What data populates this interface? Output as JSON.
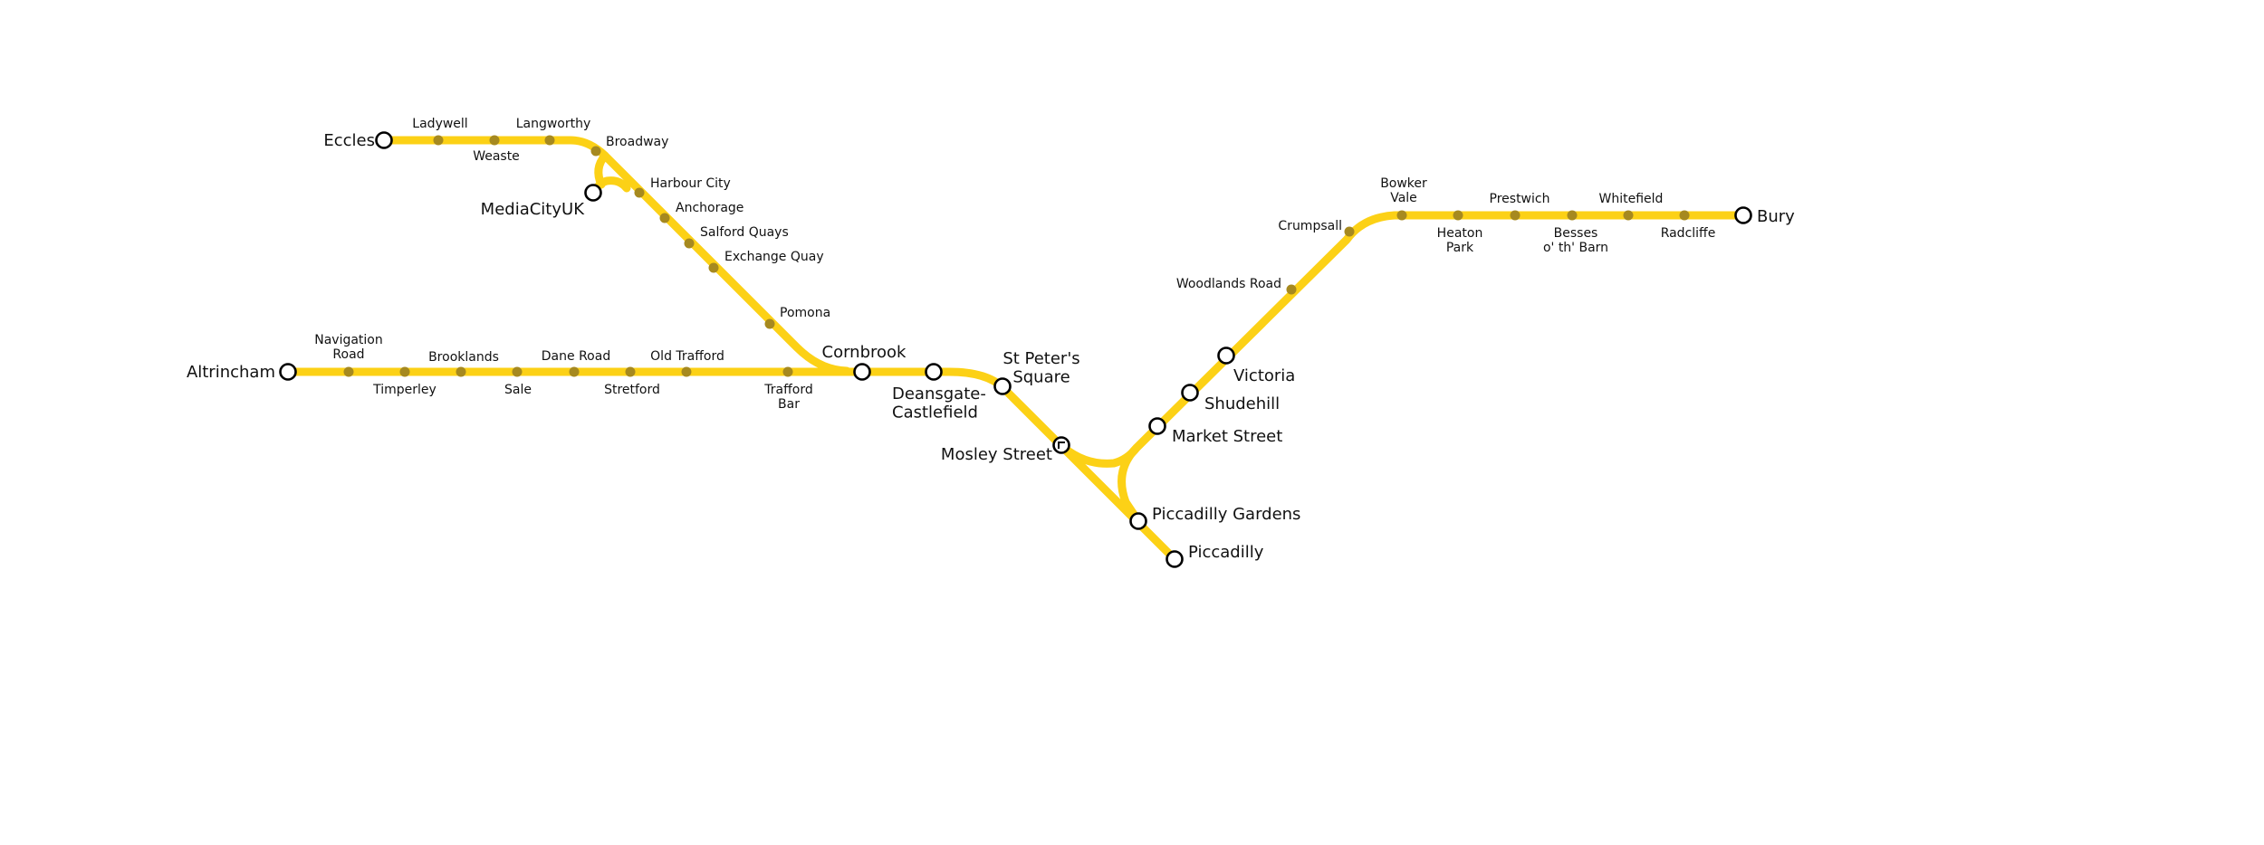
{
  "map": {
    "line_color": "#fcd116",
    "minor_stop_color": "#a6891f",
    "major_stop_color": "#ffffff",
    "stations": {
      "altrincham": "Altrincham",
      "navigation_road": "Navigation\nRoad",
      "timperley": "Timperley",
      "brooklands": "Brooklands",
      "sale": "Sale",
      "dane_road": "Dane Road",
      "stretford": "Stretford",
      "old_trafford": "Old Trafford",
      "trafford_bar": "Trafford\nBar",
      "cornbrook": "Cornbrook",
      "deansgate_castlefield": "Deansgate-\nCastlefield",
      "st_peters_square": "St Peter's\nSquare",
      "mosley_street": "Mosley Street",
      "piccadilly_gardens": "Piccadilly Gardens",
      "piccadilly": "Piccadilly",
      "market_street": "Market Street",
      "shudehill": "Shudehill",
      "victoria": "Victoria",
      "woodlands_road": "Woodlands Road",
      "crumpsall": "Crumpsall",
      "bowker_vale": "Bowker\nVale",
      "heaton_park": "Heaton\nPark",
      "prestwich": "Prestwich",
      "besses_o_th_barn": "Besses\no' th' Barn",
      "whitefield": "Whitefield",
      "radcliffe": "Radcliffe",
      "bury": "Bury",
      "eccles": "Eccles",
      "ladywell": "Ladywell",
      "weaste": "Weaste",
      "langworthy": "Langworthy",
      "broadway": "Broadway",
      "mediacityuk": "MediaCityUK",
      "harbour_city": "Harbour City",
      "anchorage": "Anchorage",
      "salford_quays": "Salford Quays",
      "exchange_quay": "Exchange Quay",
      "pomona": "Pomona"
    }
  }
}
